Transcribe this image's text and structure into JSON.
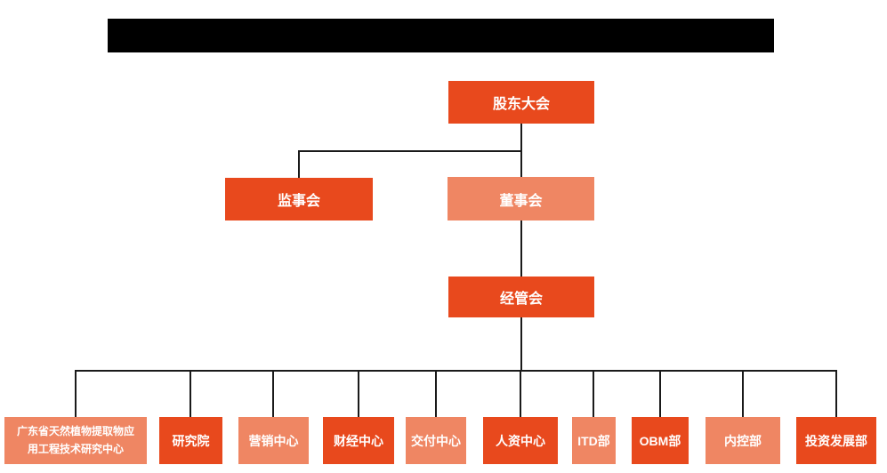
{
  "colors": {
    "primary_box": "#e8491d",
    "secondary_box": "#ef8663",
    "connector_line": "#1a1a1a",
    "box_text": "#ffffff",
    "redaction_bar": "#000000",
    "background": "#ffffff"
  },
  "org": {
    "nodes": {
      "shareholders": {
        "label": "股东大会",
        "tone": "primary"
      },
      "supervisors": {
        "label": "监事会",
        "tone": "primary"
      },
      "board": {
        "label": "董事会",
        "tone": "secondary"
      },
      "management": {
        "label": "经管会",
        "tone": "primary"
      }
    },
    "departments": [
      {
        "label": "广东省天然植物提取物应\n用工程技术研究中心",
        "tone": "secondary"
      },
      {
        "label": "研究院",
        "tone": "primary"
      },
      {
        "label": "营销中心",
        "tone": "secondary"
      },
      {
        "label": "财经中心",
        "tone": "primary"
      },
      {
        "label": "交付中心",
        "tone": "secondary"
      },
      {
        "label": "人资中心",
        "tone": "primary"
      },
      {
        "label": "ITD部",
        "tone": "secondary"
      },
      {
        "label": "OBM部",
        "tone": "primary"
      },
      {
        "label": "内控部",
        "tone": "secondary"
      },
      {
        "label": "投资发展部",
        "tone": "primary"
      }
    ]
  }
}
